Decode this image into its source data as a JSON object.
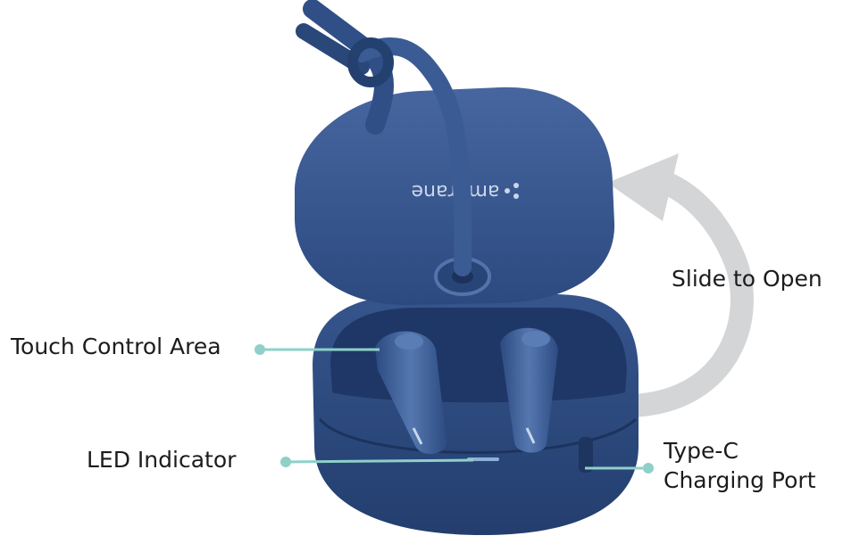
{
  "product": {
    "brand_text": "ambrane",
    "case_color": "#2f4f86",
    "accent_color": "#8fd0c9",
    "arrow_color": "#d4d5d7"
  },
  "callouts": {
    "slide_to_open": "Slide to Open",
    "touch_control_area": "Touch Control Area",
    "led_indicator": "LED Indicator",
    "type_c_port": "Type-C\nCharging Port"
  }
}
